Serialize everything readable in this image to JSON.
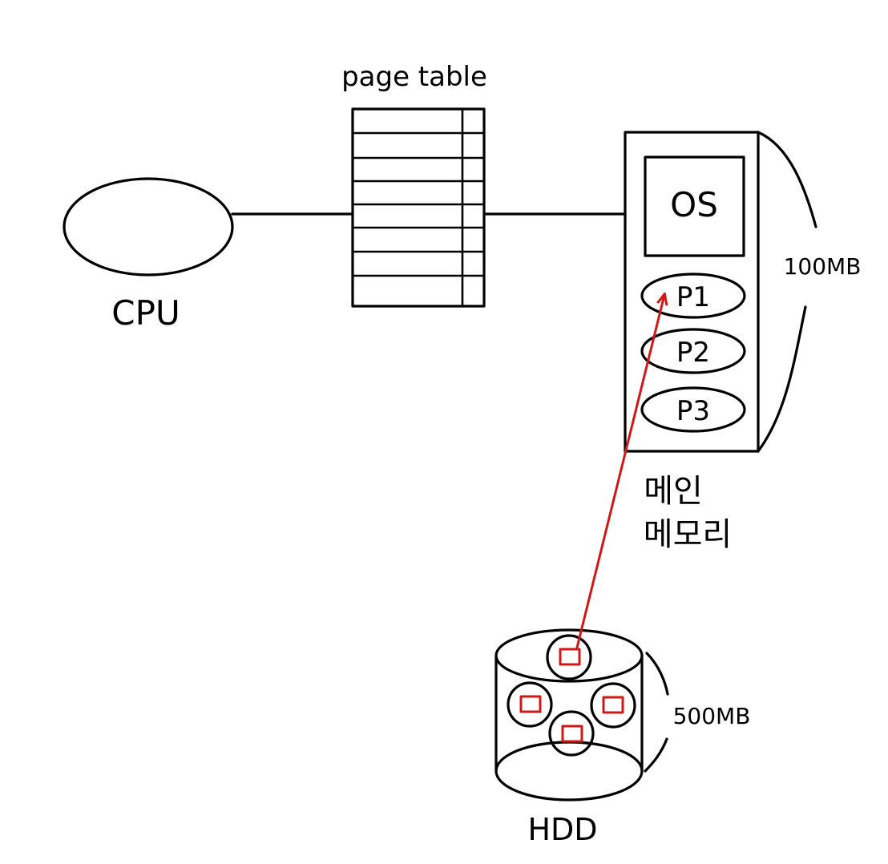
{
  "labels": {
    "cpu": "CPU",
    "page_table": "page table",
    "os": "OS",
    "processes": [
      "P1",
      "P2",
      "P3"
    ],
    "main_memory_line1": "메인",
    "main_memory_line2": "메모리",
    "memory_size": "100MB",
    "hdd": "HDD",
    "hdd_size": "500MB"
  },
  "colors": {
    "ink": "#000000",
    "highlight": "#d01818"
  }
}
